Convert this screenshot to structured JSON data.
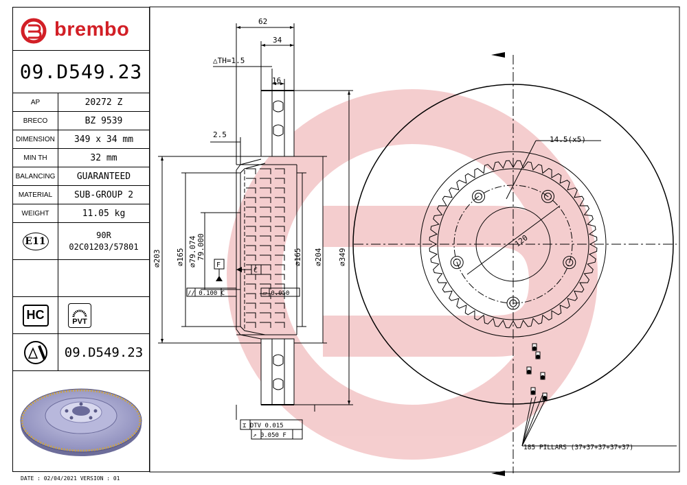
{
  "brand": {
    "name": "brembo",
    "color": "#d21f26"
  },
  "part_number": "09.D549.23",
  "specs": [
    {
      "label": "AP",
      "value": "20272 Z"
    },
    {
      "label": "BRECO",
      "value": "BZ 9539"
    },
    {
      "label": "DIMENSION",
      "value": "349 x 34 mm"
    },
    {
      "label": "MIN TH",
      "value": "32 mm"
    },
    {
      "label": "BALANCING",
      "value": "GUARANTEED"
    },
    {
      "label": "MATERIAL",
      "value": "SUB-GROUP 2"
    },
    {
      "label": "WEIGHT",
      "value": "11.05 kg"
    }
  ],
  "approval": {
    "mark": "E11",
    "line1": "90R",
    "line2": "02C01203/57801"
  },
  "badges": {
    "hc": "HC",
    "pvt": "PVT"
  },
  "footer_code": "09.D549.23",
  "footer_date": "DATE : 02/04/2021 VERSION : 01",
  "drawing": {
    "dim_62": "62",
    "dim_34": "34",
    "dim_th": "△TH=1.5",
    "dim_16": "16",
    "dim_2_5": "2.5",
    "dia_203": "∅203",
    "dia_165_left": "∅165",
    "dia_79_074": "∅79.074",
    "dia_79_000": "79.000",
    "dia_165_right": "∅165",
    "dia_204": "∅204",
    "dia_349": "∅349",
    "datum_f": "F",
    "datum_c": "C",
    "tol_parallel": "// 0.100 C",
    "tol_flat": "⏥ 0.050",
    "tol_dtv": "⌶ DTV 0.015",
    "tol_runout": "↗ 0.050 F",
    "hole_dia": "14.5(x5)",
    "pcd": "120",
    "pillars": "185 PILLARS (37+37+37+37+37)"
  }
}
